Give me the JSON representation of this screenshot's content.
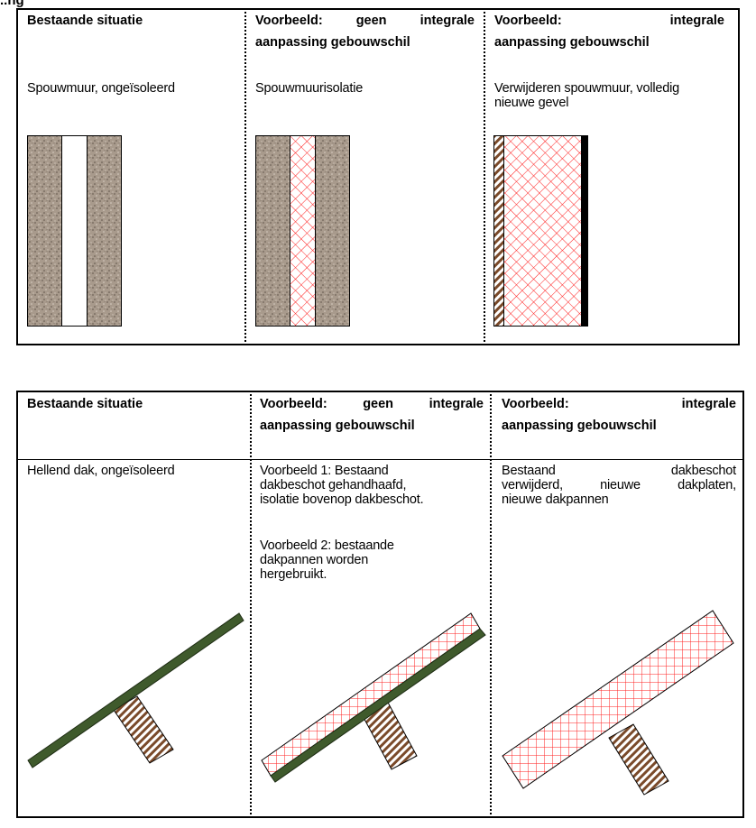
{
  "page_header": "..ng",
  "walls": {
    "columns": [
      {
        "header_line1": "Bestaande situatie",
        "header_line2": "",
        "description": "Spouwmuur, ongeïsoleerd"
      },
      {
        "header_line1_words": [
          "Voorbeeld:",
          "geen",
          "integrale"
        ],
        "header_line2": "aanpassing gebouwschil",
        "description": "Spouwmuurisolatie"
      },
      {
        "header_line1_words": [
          "Voorbeeld:",
          "integrale"
        ],
        "header_line2": "aanpassing gebouwschil",
        "description_line1": "Verwijderen spouwmuur, volledig",
        "description_line2": "nieuwe gevel"
      }
    ]
  },
  "roofs": {
    "columns": [
      {
        "header_line1": "Bestaande situatie",
        "description": "Hellend dak, ongeïsoleerd"
      },
      {
        "header_line1_words": [
          "Voorbeeld:",
          "geen",
          "integrale"
        ],
        "header_line2": "aanpassing gebouwschil",
        "example1_lines": [
          "Voorbeeld 1: Bestaand",
          "dakbeschot gehandhaafd,",
          "isolatie bovenop dakbeschot."
        ],
        "example2_lines": [
          "Voorbeeld 2: bestaande",
          "dakpannen worden",
          "hergebruikt."
        ]
      },
      {
        "header_line1_words": [
          "Voorbeeld:",
          "integrale"
        ],
        "header_line2": "aanpassing gebouwschil",
        "desc_line1_words": [
          "Bestaand",
          "dakbeschot"
        ],
        "desc_line2_words": [
          "verwijderd,",
          "nieuwe",
          "dakplaten,"
        ],
        "desc_line3": "nieuwe dakpannen"
      }
    ]
  },
  "colors": {
    "brick": "#a89a8c",
    "insulation_red": "#ff2020",
    "roof_board": "#3f5a2c",
    "rafter_brown": "#7a4a2a"
  }
}
